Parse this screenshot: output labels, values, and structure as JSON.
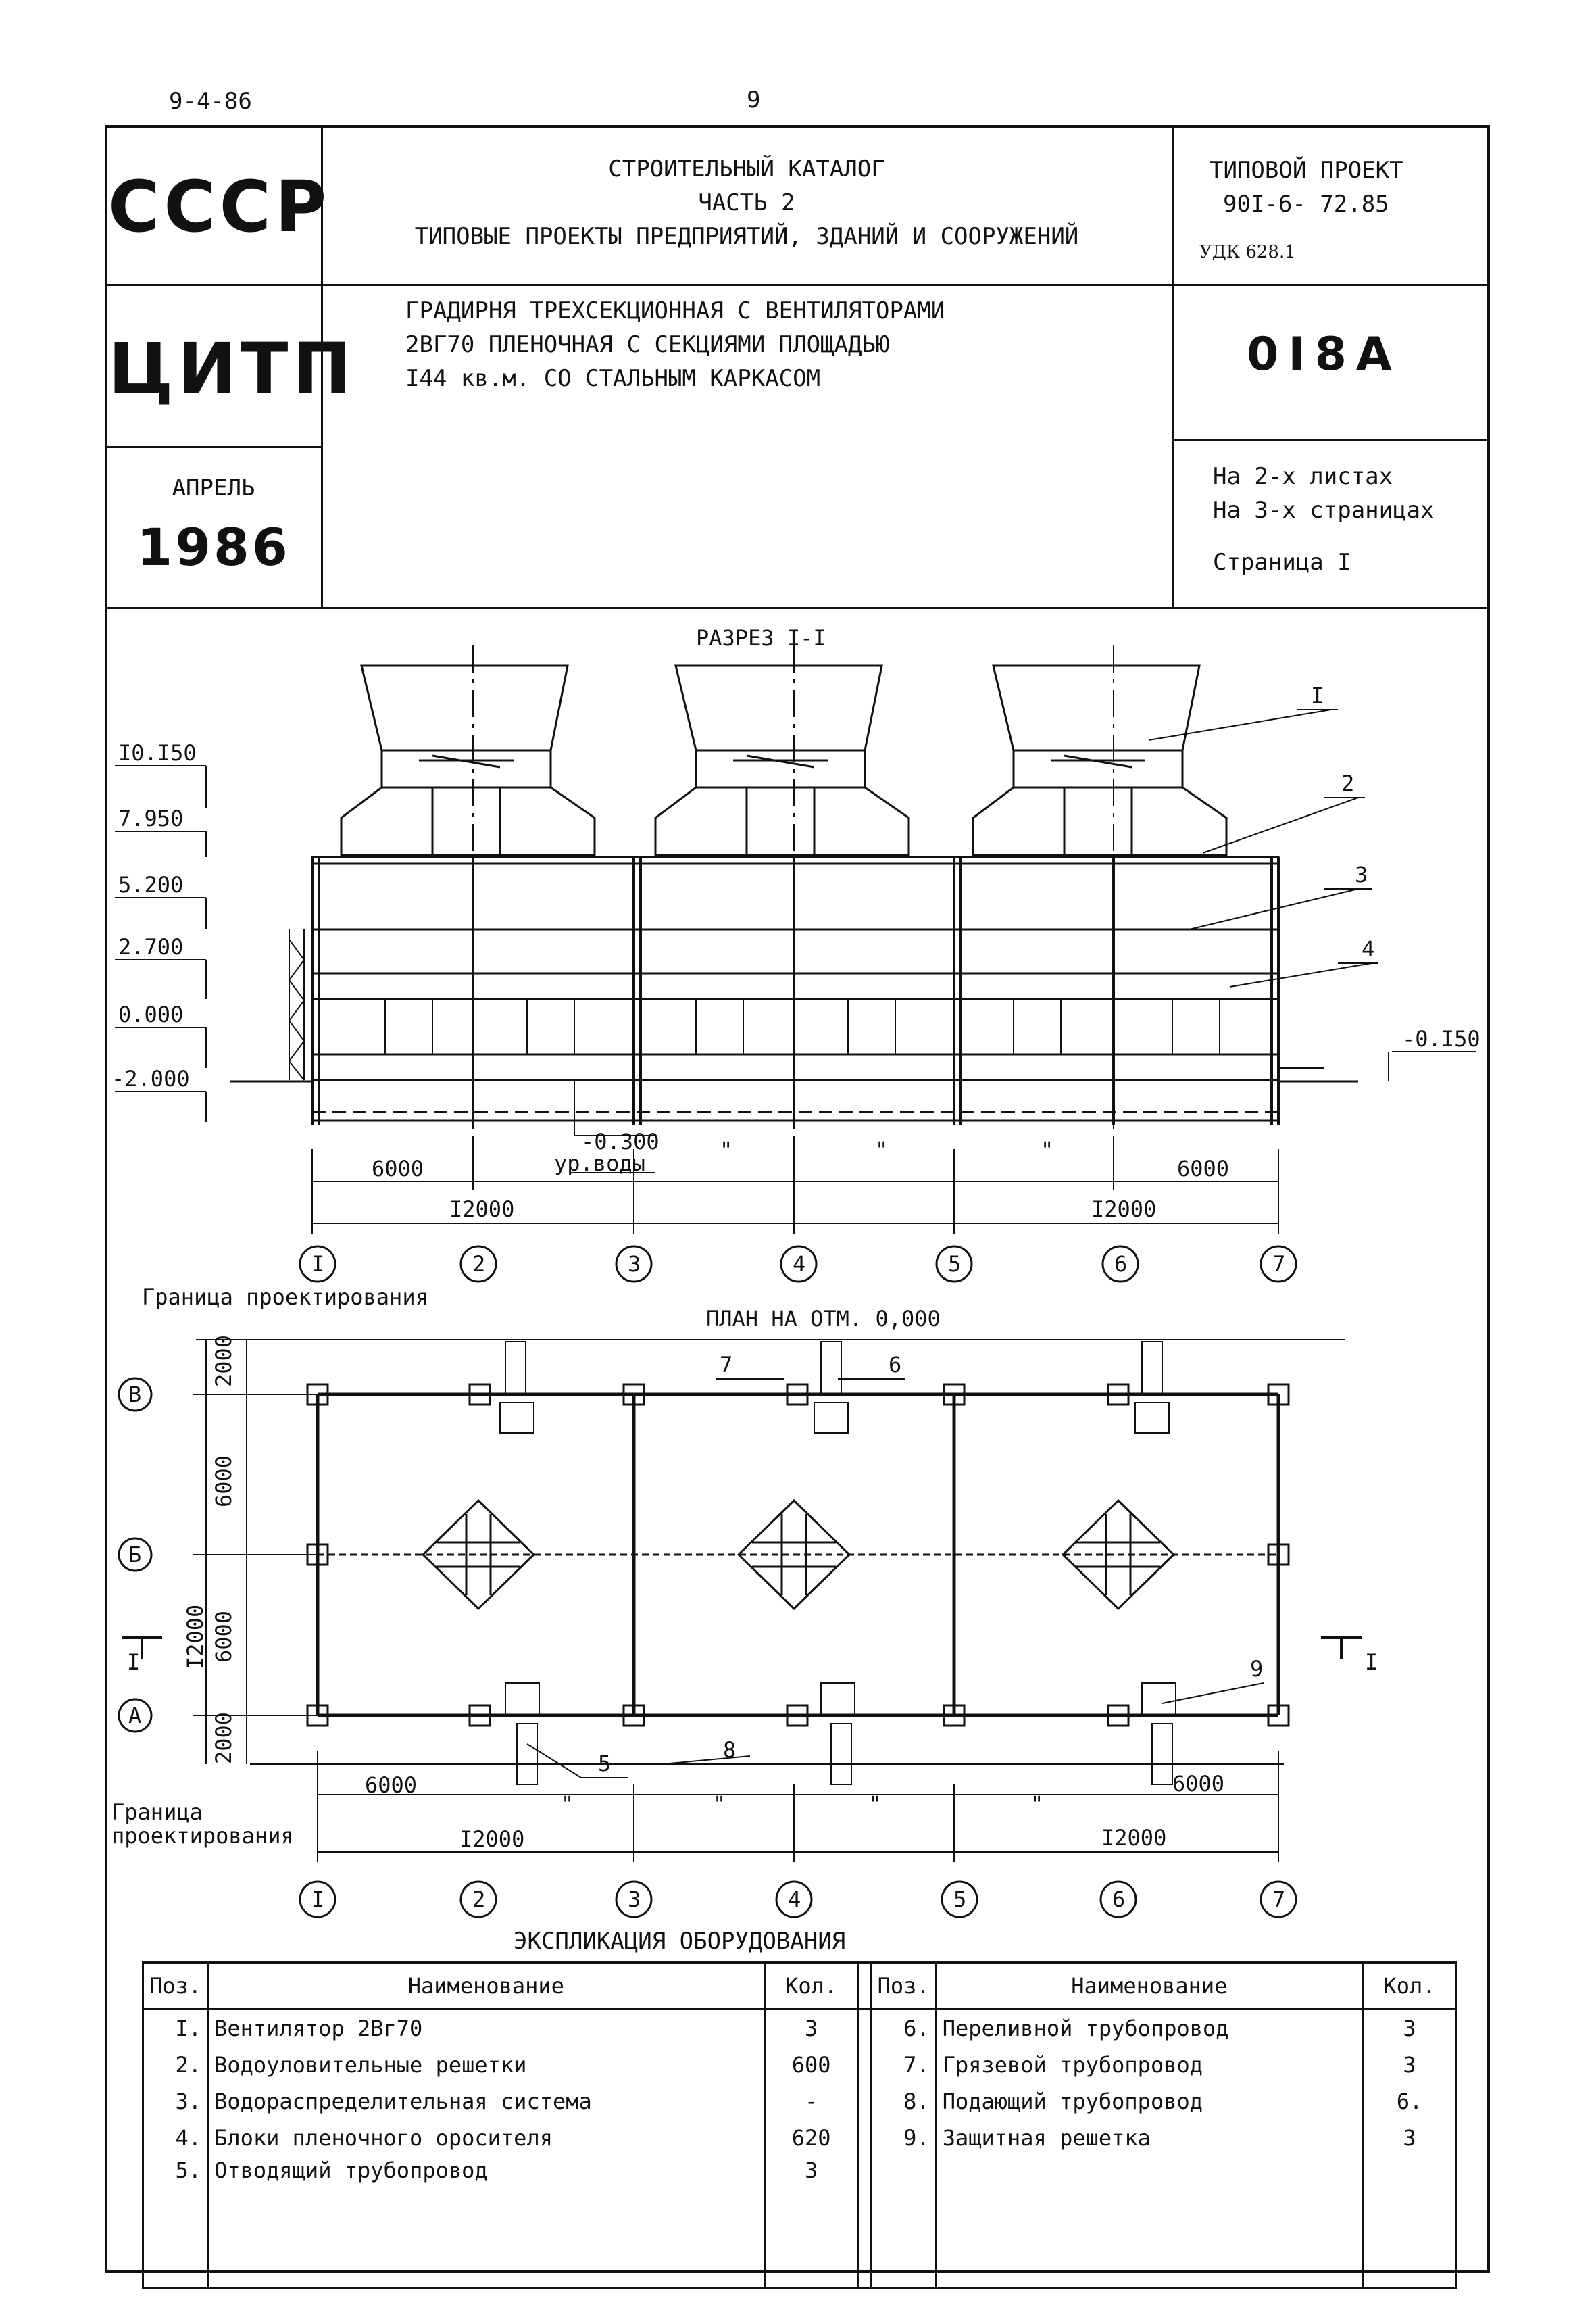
{
  "top": {
    "doc_code": "9-4-86",
    "page_number": "9"
  },
  "title_block": {
    "org1": "СССР",
    "org2": "ЦИТП",
    "month": "АПРЕЛЬ",
    "year": "1986",
    "catalog_line1": "СТРОИТЕЛЬНЫЙ КАТАЛОГ",
    "catalog_line2": "ЧАСТЬ 2",
    "catalog_line3": "ТИПОВЫЕ ПРОЕКТЫ ПРЕДПРИЯТИЙ, ЗДАНИЙ И СООРУЖЕНИЙ",
    "project_label": "ТИПОВОЙ ПРОЕКТ",
    "project_number": "90I-6- 72.85",
    "udk": "УДК 628.1",
    "description_line1": "ГРАДИРНЯ ТРЕХСЕКЦИОННАЯ С ВЕНТИЛЯТОРАМИ",
    "description_line2": "2ВГ70 ПЛЕНОЧНАЯ С СЕКЦИЯМИ ПЛОЩАДЬЮ",
    "description_line3": "I44 кв.м. СО СТАЛЬНЫМ КАРКАСОМ",
    "sheet_code": "0I8A",
    "sheets_info": "На 2-х листах",
    "pages_info": "На 3-х страницах",
    "page_info": "Страница I"
  },
  "section": {
    "title": "РАЗРЕЗ I-I",
    "elevations": [
      "I0.I50",
      "7.950",
      "5.200",
      "2.700",
      "0.000",
      "-2.000"
    ],
    "right_elevation": "-0.I50",
    "water_level": "-0.300",
    "water_label": "ур.воды",
    "callouts": [
      "I",
      "2",
      "3",
      "4"
    ],
    "dim_6000": "6000",
    "dim_12000": "I2000",
    "ditto": "\""
  },
  "plan": {
    "title": "ПЛАН НА ОТМ. 0,000",
    "boundary_label": "Граница проектирования",
    "boundary_label_short1": "Граница",
    "boundary_label_short2": "проектирования",
    "row_axes": [
      "В",
      "Б",
      "А"
    ],
    "dims_left": [
      "2000",
      "6000",
      "6000",
      "2000",
      "I2000"
    ],
    "cut_mark": "I",
    "callouts": [
      "5",
      "6",
      "7",
      "8",
      "9"
    ],
    "dim_6000": "6000",
    "dim_12000": "I2000",
    "ditto": "\""
  },
  "axes": [
    "I",
    "2",
    "3",
    "4",
    "5",
    "6",
    "7"
  ],
  "explication": {
    "title": "ЭКСПЛИКАЦИЯ ОБОРУДОВАНИЯ",
    "col_pos": "Поз.",
    "col_name": "Наименование",
    "col_qty": "Кол.",
    "left": [
      {
        "pos": "I.",
        "name": "Вентилятор 2Вг70",
        "qty": "3"
      },
      {
        "pos": "2.",
        "name": "Водоуловительные решетки",
        "qty": "600"
      },
      {
        "pos": "3.",
        "name": "Водораспределительная система",
        "qty": "-"
      },
      {
        "pos": "4.",
        "name": "Блоки пленочного оросителя",
        "qty": "620"
      },
      {
        "pos": "5.",
        "name": "Отводящий трубопровод",
        "qty": "3"
      }
    ],
    "right": [
      {
        "pos": "6.",
        "name": "Переливной трубопровод",
        "qty": "3"
      },
      {
        "pos": "7.",
        "name": "Грязевой трубопровод",
        "qty": "3"
      },
      {
        "pos": "8.",
        "name": "Подающий трубопровод",
        "qty": "6."
      },
      {
        "pos": "9.",
        "name": "Защитная решетка",
        "qty": "3"
      }
    ]
  }
}
